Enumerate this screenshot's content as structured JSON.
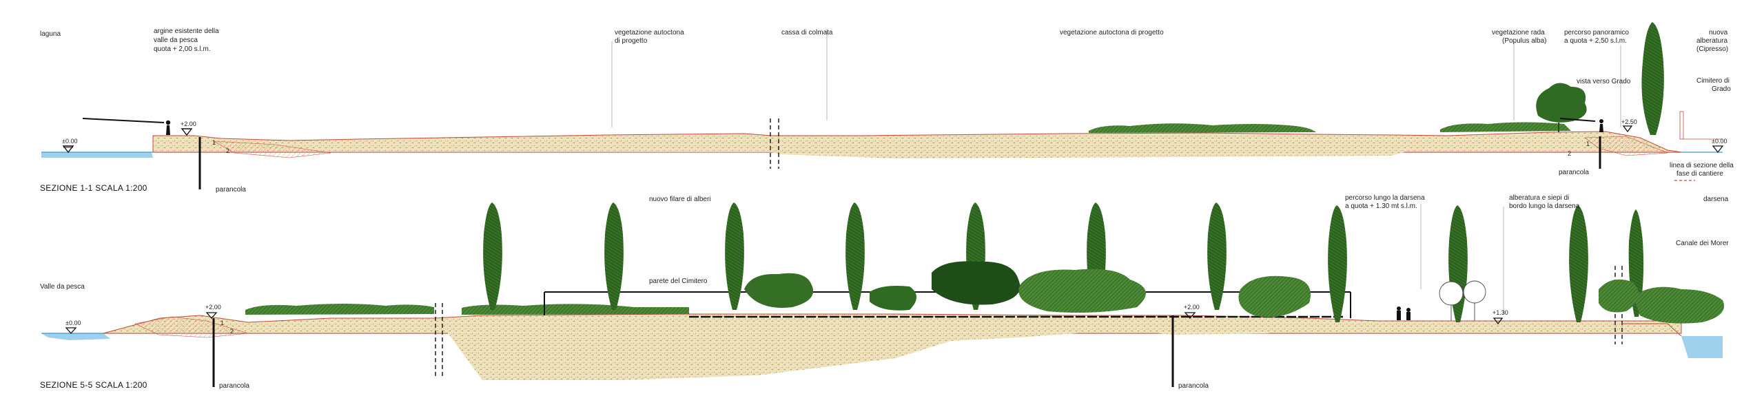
{
  "section_top": {
    "title": "SEZIONE 1-1   SCALA 1:200",
    "labels": {
      "laguna": "laguna",
      "argine_1": "argine esistente della",
      "argine_2": "valle da pesca",
      "argine_3": "quota + 2,00  s.l.m.",
      "veg_autoctona_1": "vegetazione autoctona",
      "veg_autoctona_2": "di progetto",
      "cassa": "cassa di colmata",
      "veg_autoctona_progetto": "vegetazione autoctona di progetto",
      "veg_rada_1": "vegetazione rada",
      "veg_rada_2": "(Populus alba)",
      "percorso_1": "percorso panoramico",
      "percorso_2": "a quota + 2,50 s.l.m.",
      "nuova_1": "nuova",
      "nuova_2": "alberatura",
      "nuova_3": "(Cipresso)",
      "vista": "vista verso Grado",
      "cimitero_1": "Cimitero di",
      "cimitero_2": "Grado",
      "parancola": "parancola",
      "parancola_right": "parancola",
      "linea_1": "linea di sezione della",
      "linea_2": "fase di cantiere"
    },
    "levels": {
      "left": "±0.00",
      "argine": "+2.00",
      "percorso": "+2.50",
      "right": "±0.00"
    },
    "markers": {
      "one": "1",
      "two": "2",
      "one_r": "1",
      "two_r": "2"
    }
  },
  "section_bottom": {
    "title": "SEZIONE 5-5   SCALA 1:200",
    "labels": {
      "valle": "Valle da pesca",
      "filare": "nuovo filare di alberi",
      "parete": "parete del Cimitero",
      "percorso_1": "percorso lungo la darsena",
      "percorso_2": "a quota + 1.30 mt s.l.m.",
      "alberatura_1": "alberatura e siepi di",
      "alberatura_2": "bordo lungo la darsena",
      "darsena": "darsena",
      "canale": "Canale dei Morer",
      "parancola_left": "parancola",
      "parancola_right": "parancola"
    },
    "levels": {
      "left": "±0.00",
      "argine": "+2.00",
      "mid": "+2.00",
      "percorso": "+1.30"
    },
    "markers": {
      "one": "1",
      "two": "2"
    }
  },
  "colors": {
    "water": "#9fd0ec",
    "water_line": "#3a9ad8",
    "fill": "#efe3bf",
    "fill_dots": "#c79a55",
    "fill_green": "#8fae5a",
    "tree": "#2f6b22",
    "tree_dark": "#1f4d17",
    "shrub": "#3e7a2c",
    "edge_red": "#c44a3a",
    "hatch_red": "#e89080"
  }
}
